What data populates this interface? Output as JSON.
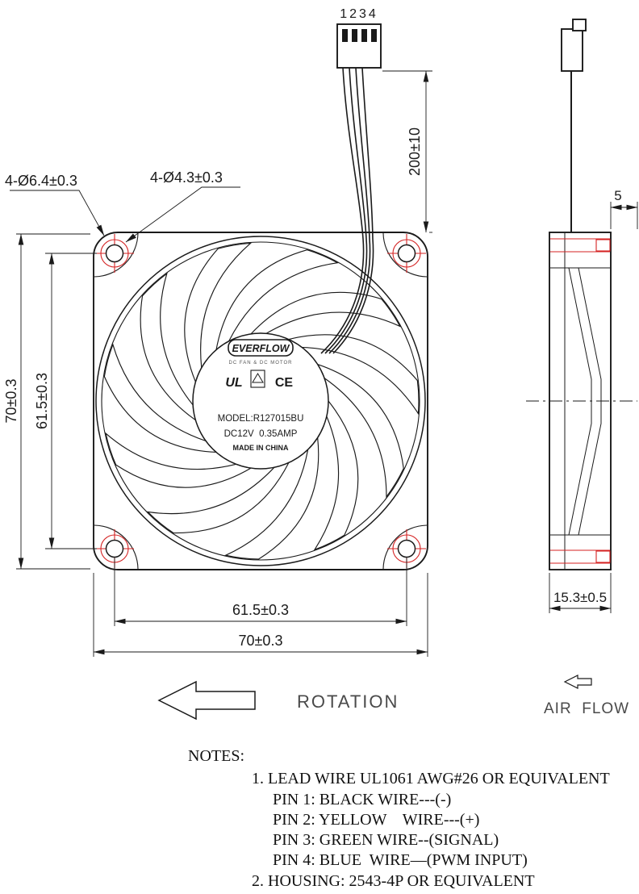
{
  "drawing": {
    "connector": {
      "pins_label": "1234"
    },
    "dimensions": {
      "cable_length": "200±10",
      "hole_outer_callout": "4-Ø6.4±0.3",
      "hole_inner_callout": "4-Ø4.3±0.3",
      "width_left": "70±0.3",
      "hole_pitch_left": "61.5±0.3",
      "hole_pitch_bottom": "61.5±0.3",
      "width_bottom": "70±0.3",
      "side_offset": "5",
      "thickness": "15.3±0.5"
    },
    "label": {
      "brand": "EVERFLOW",
      "brand_sub": "DC FAN & DC MOTOR",
      "ul_mark": "UL",
      "ce_mark": "CE",
      "model": "MODEL:R127015BU",
      "rating": "DC12V  0.35AMP",
      "origin": "MADE IN CHINA"
    },
    "rotation_label": "ROTATION",
    "airflow_label": "AIR  FLOW"
  },
  "notes": {
    "title": "NOTES:",
    "line1": "1. LEAD WIRE UL1061 AWG#26 OR EQUIVALENT",
    "pin1": "PIN 1: BLACK WIRE---(-)",
    "pin2": "PIN 2: YELLOW    WIRE---(+)",
    "pin3": "PIN 3: GREEN WIRE--(SIGNAL)",
    "pin4": "PIN 4: BLUE  WIRE—(PWM INPUT)",
    "line2": "2. HOUSING: 2543-4P OR EQUIVALENT"
  },
  "colors": {
    "line": "#1a1a1a",
    "accent_red": "#d42222"
  }
}
